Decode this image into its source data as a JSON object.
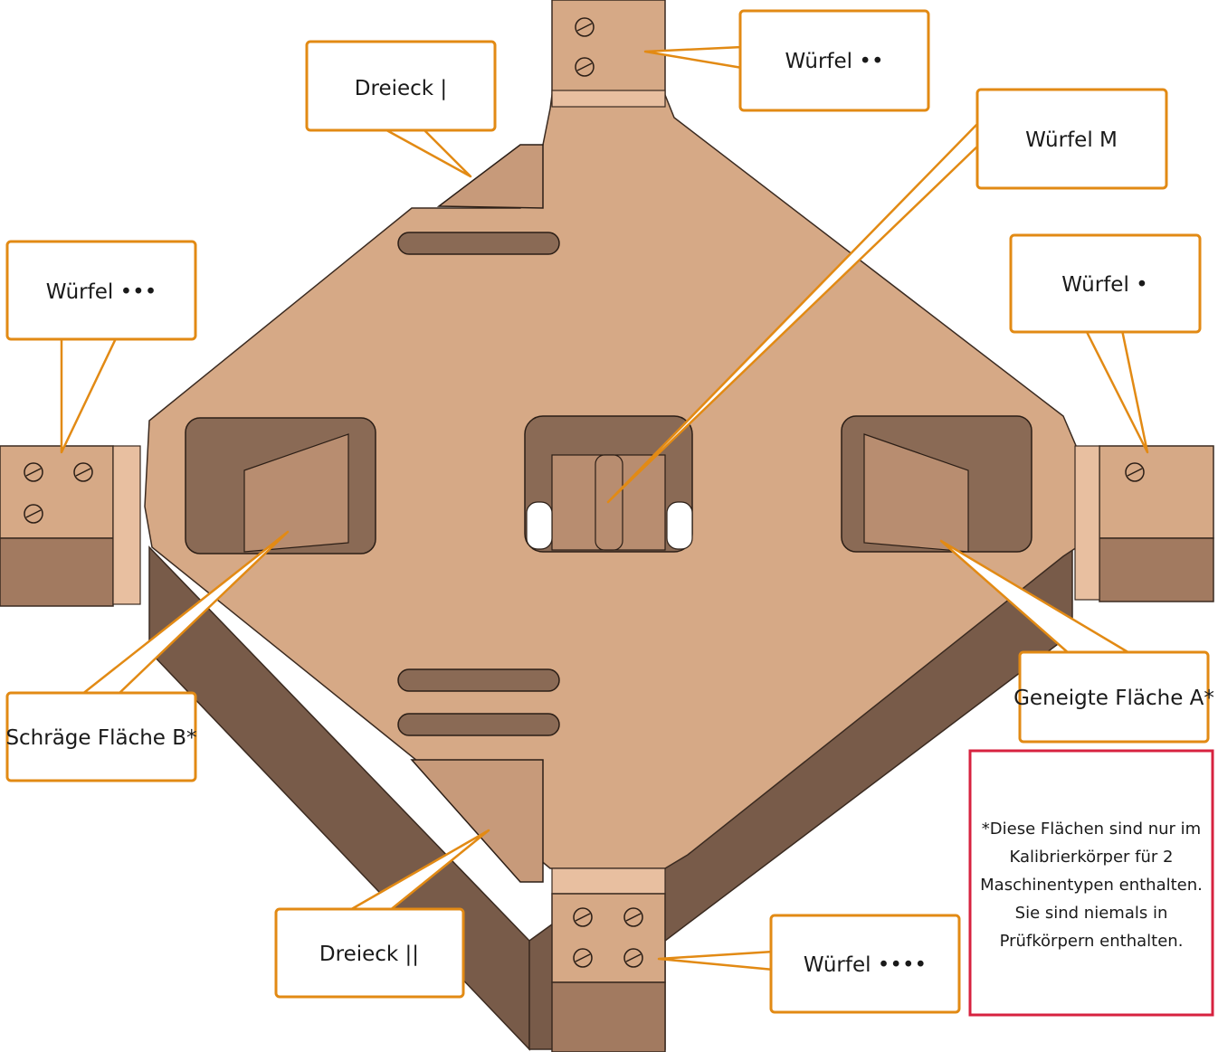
{
  "colors": {
    "top_face": "#d6a986",
    "side_face": "#785b49",
    "side_face_light": "#a27a60",
    "callout_border": "#e28a14",
    "note_border": "#d7223f"
  },
  "callouts": {
    "wuerfel_2": "Würfel ••",
    "dreieck_1": "Dreieck |",
    "wuerfel_m": "Würfel M",
    "wuerfel_3": "Würfel •••",
    "wuerfel_1": "Würfel •",
    "schraege_flaeche_b": "Schräge Fläche B*",
    "geneigte_flaeche_a": "Geneigte Fläche A*",
    "dreieck_2": "Dreieck ||",
    "wuerfel_4": "Würfel ••••"
  },
  "note": {
    "lines": [
      "*Diese Flächen sind nur im",
      "Kalibrierkörper für 2",
      "Maschinentypen enthalten.",
      "Sie sind niemals in",
      "Prüfkörpern enthalten."
    ]
  }
}
